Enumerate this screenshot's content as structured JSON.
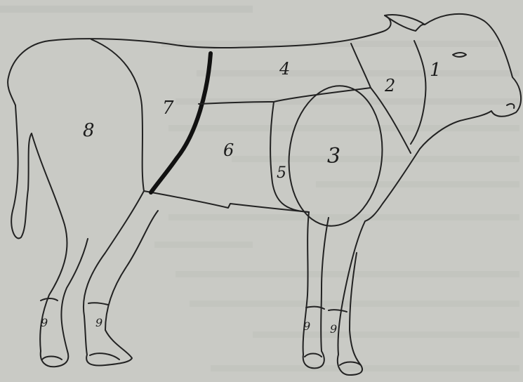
{
  "diagram": {
    "colors": {
      "paper": "#c9cac5",
      "ink": "#222222",
      "bleed_through_text": "#a9aaa5"
    },
    "regions": [
      {
        "id": "region-1",
        "label": "1"
      },
      {
        "id": "region-2",
        "label": "2"
      },
      {
        "id": "region-3",
        "label": "3"
      },
      {
        "id": "region-4",
        "label": "4"
      },
      {
        "id": "region-5",
        "label": "5"
      },
      {
        "id": "region-6",
        "label": "6"
      },
      {
        "id": "region-7",
        "label": "7"
      },
      {
        "id": "region-8",
        "label": "8"
      },
      {
        "id": "region-9-front-left",
        "label": "9"
      },
      {
        "id": "region-9-front-right",
        "label": "9"
      },
      {
        "id": "region-9-hind-left",
        "label": "9"
      },
      {
        "id": "region-9-hind-right",
        "label": "9"
      }
    ]
  }
}
